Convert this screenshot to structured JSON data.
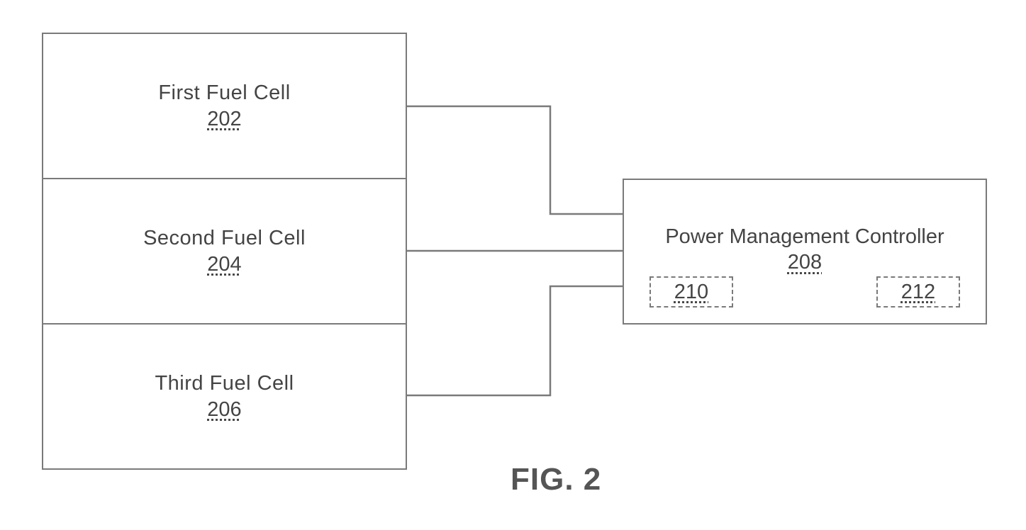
{
  "fuel_cells": [
    {
      "label": "First Fuel Cell",
      "ref": "202"
    },
    {
      "label": "Second Fuel Cell",
      "ref": "204"
    },
    {
      "label": "Third Fuel Cell",
      "ref": "206"
    }
  ],
  "controller": {
    "label": "Power Management Controller",
    "ref": "208",
    "sub_left": "210",
    "sub_right": "212"
  },
  "figure_caption": "FIG. 2"
}
